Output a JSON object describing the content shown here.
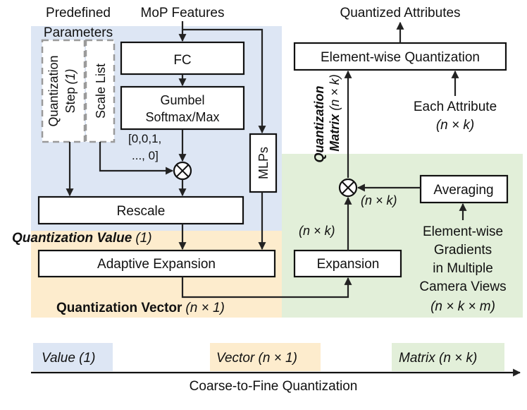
{
  "colors": {
    "value_region": "#dde6f4",
    "vector_region": "#fdeccd",
    "matrix_region": "#e2efd9",
    "stroke": "#111111"
  },
  "inputs": {
    "predefined_params_line1": "Predefined",
    "predefined_params_line2": "Parameters",
    "mop_features": "MoP Features",
    "quantization_step_line1": "Quantization",
    "quantization_step_line2": "Step",
    "quantization_step_symbol": "(1)",
    "scale_list": "Scale List"
  },
  "value_branch": {
    "fc": "FC",
    "gumbel_line1": "Gumbel",
    "gumbel_line2": "Softmax/Max",
    "one_hot_line1": "[0,0,1,",
    "one_hot_line2": "..., 0]",
    "rescale": "Rescale",
    "mlps": "MLPs",
    "quantization_value": "Quantization Value",
    "quantization_value_symbol": "(1)"
  },
  "vector_branch": {
    "adaptive_expansion": "Adaptive Expansion",
    "quantization_vector": "Quantization Vector",
    "quantization_vector_symbol": "(n × 1)"
  },
  "matrix_branch": {
    "quantized_attributes": "Quantized Attributes",
    "elementwise_quantization": "Element-wise Quantization",
    "each_attribute": "Each Attribute",
    "each_attribute_symbol": "(n × k)",
    "quantization_matrix_line1": "Quantization",
    "quantization_matrix_line2": "Matrix",
    "quantization_matrix_symbol": "(n × k)",
    "averaging": "Averaging",
    "averaging_out_symbol": "(n × k)",
    "expansion": "Expansion",
    "expansion_out_symbol": "(n × k)",
    "gradients_line1": "Element-wise",
    "gradients_line2": "Gradients",
    "gradients_line3": "in Multiple",
    "gradients_line4": "Camera Views",
    "gradients_symbol": "(n × k × m)"
  },
  "legend": {
    "value": "Value (1)",
    "vector": "Vector (n × 1)",
    "matrix": "Matrix (n × k)",
    "axis_label": "Coarse-to-Fine Quantization"
  }
}
